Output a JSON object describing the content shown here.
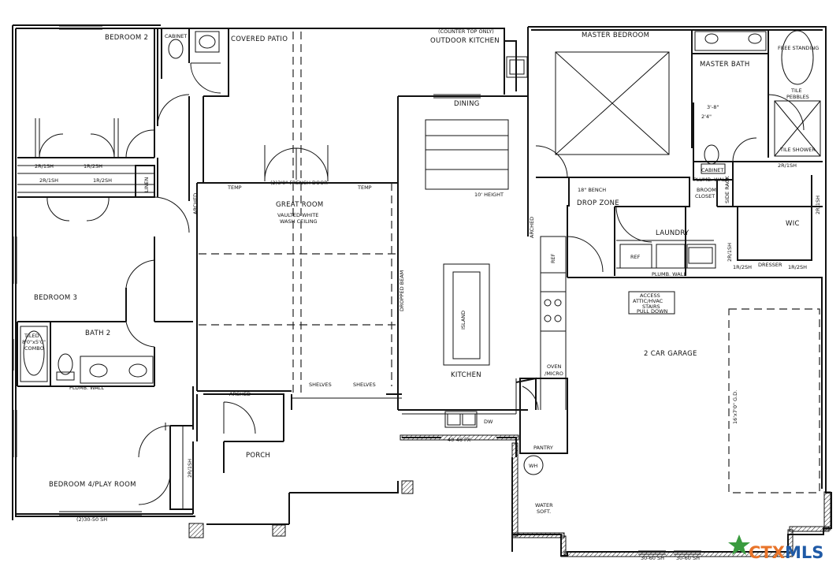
{
  "rooms": {
    "bedroom2": "BEDROOM 2",
    "bedroom3": "BEDROOM 3",
    "bedroom4": "BEDROOM 4/PLAY ROOM",
    "bath2": "BATH 2",
    "covered_patio": "COVERED PATIO",
    "outdoor_kitchen_note": "(COUNTER TOP ONLY)",
    "outdoor_kitchen": "OUTDOOR KITCHEN",
    "master_bedroom": "MASTER BEDROOM",
    "master_bath": "MASTER BATH",
    "dining": "DINING",
    "great_room": "GREAT ROOM",
    "ceiling_line1": "VAULTED WHITE",
    "ceiling_line2": "WASH CEILING",
    "kitchen": "KITCHEN",
    "island": "ISLAND",
    "drop_zone": "DROP ZONE",
    "laundry": "LAUNDRY",
    "wic": "WIC",
    "garage": "2 CAR GARAGE",
    "porch": "PORCH",
    "pantry": "PANTRY",
    "water_soft_1": "WATER",
    "water_soft_2": "SOFT."
  },
  "notes": {
    "cabinet": "CABINET",
    "linen": "LINEN",
    "closet_2r1sh_a": "2R/1SH",
    "closet_1r2sh_a": "1R/2SH",
    "closet_2r1sh_b": "2R/1SH",
    "closet_1r2sh_b": "1R/2SH",
    "tub_line1": "TILED",
    "tub_line2": "8'0\"x5'0\"",
    "tub_line3": "COMBO",
    "plumb_wall": "PLUMB. WALL",
    "plumb_wall_master": "PLUMB. WALL",
    "plumb_wall_laundry": "PLUMB. WALL",
    "window_bed4": "(2)30-50 SH",
    "closet_bed4": "2R/1SH",
    "french_door": "(2)3'0\" FRENCH DOOR",
    "temp_left": "TEMP",
    "temp_right": "TEMP",
    "height": "10' HEIGHT",
    "arched_left": "ARCHED",
    "arched_porch": "ARCHED",
    "arched_kitchen": "ARCHED",
    "dropped_beam": "DROPPED BEAM",
    "shelves_left": "SHELVES",
    "shelves_right": "SHELVES",
    "sink_window": "40-46 FX",
    "dw": "DW",
    "ref_kitchen": "REF",
    "oven": "OVEN",
    "micro": "/MICRO",
    "bench": "18\" BENCH",
    "ref_laundry": "REF",
    "broom_1": "BROOM",
    "broom_2": "CLOSET",
    "side_rack": "SIDE RACK",
    "cabinet_master": "CABINET",
    "dim_1": "3'-8\"",
    "dim_2": "2'4\"",
    "free_standing": "FREE STANDING",
    "tile_pebbles_1": "TILE",
    "tile_pebbles_2": "PEBBLES",
    "tile_shower": "TILE SHOWER",
    "wic_2r1sh_top": "2R/1SH",
    "wic_2r1sh_right": "2R/1SH",
    "wic_2r1sh_left": "2R/1SH",
    "wic_1r2sh_a": "1R/2SH",
    "wic_1r2sh_b": "1R/2SH",
    "dresser": "DRESSER",
    "attic_1": "ACCESS",
    "attic_2": "ATTIC/HVAC",
    "attic_3": "STAIRS",
    "attic_4": "PULL DOWN",
    "garage_door": "16'x7'0\" G.D.",
    "wh": "WH",
    "garage_window_a": "30-60 SH",
    "garage_window_b": "30-60 SH"
  },
  "logo": {
    "prefix": "CTX",
    "suffix": "MLS",
    "color_orange": "#e8742a",
    "color_blue": "#1f5aa6",
    "color_green": "#3a9b3f"
  }
}
